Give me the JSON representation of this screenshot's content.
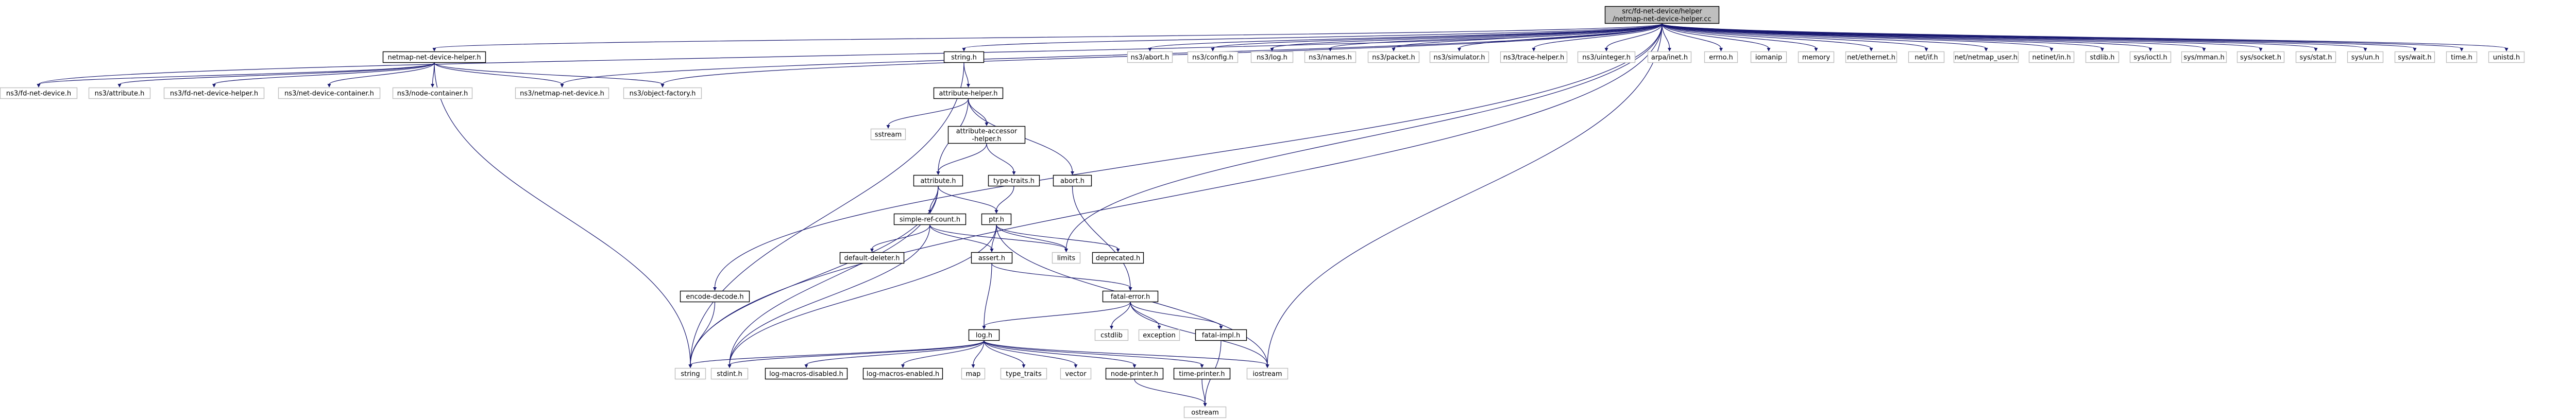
{
  "nodes": [
    {
      "id": "root",
      "lines": [
        "src/fd-net-device/helper",
        "/netmap-net-device-helper.cc"
      ]
    },
    {
      "id": "nmhelper_h",
      "lines": [
        "netmap-net-device-helper.h"
      ]
    },
    {
      "id": "fd_net_device_h",
      "lines": [
        "ns3/fd-net-device.h"
      ]
    },
    {
      "id": "attribute_h_ns3",
      "lines": [
        "ns3/attribute.h"
      ]
    },
    {
      "id": "fd_net_device_helper_h",
      "lines": [
        "ns3/fd-net-device-helper.h"
      ]
    },
    {
      "id": "net_device_container_h",
      "lines": [
        "ns3/net-device-container.h"
      ]
    },
    {
      "id": "node_container_h",
      "lines": [
        "ns3/node-container.h"
      ]
    },
    {
      "id": "netmap_net_device_h",
      "lines": [
        "ns3/netmap-net-device.h"
      ]
    },
    {
      "id": "object_factory_h",
      "lines": [
        "ns3/object-factory.h"
      ]
    },
    {
      "id": "string_h",
      "lines": [
        "string.h"
      ]
    },
    {
      "id": "attribute_helper_h",
      "lines": [
        "attribute-helper.h"
      ]
    },
    {
      "id": "sstream",
      "lines": [
        "sstream"
      ]
    },
    {
      "id": "attribute_accessor_helper_h",
      "lines": [
        "attribute-accessor",
        "-helper.h"
      ]
    },
    {
      "id": "attribute_h",
      "lines": [
        "attribute.h"
      ]
    },
    {
      "id": "type_traits_h",
      "lines": [
        "type-traits.h"
      ]
    },
    {
      "id": "abort_h",
      "lines": [
        "abort.h"
      ]
    },
    {
      "id": "simple_ref_count_h",
      "lines": [
        "simple-ref-count.h"
      ]
    },
    {
      "id": "ptr_h",
      "lines": [
        "ptr.h"
      ]
    },
    {
      "id": "default_deleter_h",
      "lines": [
        "default-deleter.h"
      ]
    },
    {
      "id": "assert_h",
      "lines": [
        "assert.h"
      ]
    },
    {
      "id": "limits",
      "lines": [
        "limits"
      ]
    },
    {
      "id": "deprecated_h",
      "lines": [
        "deprecated.h"
      ]
    },
    {
      "id": "encode_decode_h",
      "lines": [
        "encode-decode.h"
      ]
    },
    {
      "id": "fatal_error_h",
      "lines": [
        "fatal-error.h"
      ]
    },
    {
      "id": "cstdlib",
      "lines": [
        "cstdlib"
      ]
    },
    {
      "id": "exception",
      "lines": [
        "exception"
      ]
    },
    {
      "id": "fatal_impl_h",
      "lines": [
        "fatal-impl.h"
      ]
    },
    {
      "id": "log_h",
      "lines": [
        "log.h"
      ]
    },
    {
      "id": "string",
      "lines": [
        "string"
      ]
    },
    {
      "id": "stdint_h",
      "lines": [
        "stdint.h"
      ]
    },
    {
      "id": "log_macros_disabled_h",
      "lines": [
        "log-macros-disabled.h"
      ]
    },
    {
      "id": "log_macros_enabled_h",
      "lines": [
        "log-macros-enabled.h"
      ]
    },
    {
      "id": "map",
      "lines": [
        "map"
      ]
    },
    {
      "id": "type_traits",
      "lines": [
        "type_traits"
      ]
    },
    {
      "id": "vector",
      "lines": [
        "vector"
      ]
    },
    {
      "id": "node_printer_h",
      "lines": [
        "node-printer.h"
      ]
    },
    {
      "id": "time_printer_h",
      "lines": [
        "time-printer.h"
      ]
    },
    {
      "id": "iostream",
      "lines": [
        "iostream"
      ]
    },
    {
      "id": "ostream",
      "lines": [
        "ostream"
      ]
    },
    {
      "id": "ns3_abort_h",
      "lines": [
        "ns3/abort.h"
      ]
    },
    {
      "id": "ns3_config_h",
      "lines": [
        "ns3/config.h"
      ]
    },
    {
      "id": "ns3_log_h",
      "lines": [
        "ns3/log.h"
      ]
    },
    {
      "id": "ns3_names_h",
      "lines": [
        "ns3/names.h"
      ]
    },
    {
      "id": "ns3_packet_h",
      "lines": [
        "ns3/packet.h"
      ]
    },
    {
      "id": "ns3_simulator_h",
      "lines": [
        "ns3/simulator.h"
      ]
    },
    {
      "id": "ns3_trace_helper_h",
      "lines": [
        "ns3/trace-helper.h"
      ]
    },
    {
      "id": "ns3_uinteger_h",
      "lines": [
        "ns3/uinteger.h"
      ]
    },
    {
      "id": "arpa_inet_h",
      "lines": [
        "arpa/inet.h"
      ]
    },
    {
      "id": "errno_h",
      "lines": [
        "errno.h"
      ]
    },
    {
      "id": "iomanip",
      "lines": [
        "iomanip"
      ]
    },
    {
      "id": "memory",
      "lines": [
        "memory"
      ]
    },
    {
      "id": "net_ethernet_h",
      "lines": [
        "net/ethernet.h"
      ]
    },
    {
      "id": "net_if_h",
      "lines": [
        "net/if.h"
      ]
    },
    {
      "id": "net_netmap_user_h",
      "lines": [
        "net/netmap_user.h"
      ]
    },
    {
      "id": "netinet_in_h",
      "lines": [
        "netinet/in.h"
      ]
    },
    {
      "id": "stdlib_h",
      "lines": [
        "stdlib.h"
      ]
    },
    {
      "id": "sys_ioctl_h",
      "lines": [
        "sys/ioctl.h"
      ]
    },
    {
      "id": "sys_mman_h",
      "lines": [
        "sys/mman.h"
      ]
    },
    {
      "id": "sys_socket_h",
      "lines": [
        "sys/socket.h"
      ]
    },
    {
      "id": "sys_stat_h",
      "lines": [
        "sys/stat.h"
      ]
    },
    {
      "id": "sys_un_h",
      "lines": [
        "sys/un.h"
      ]
    },
    {
      "id": "sys_wait_h",
      "lines": [
        "sys/wait.h"
      ]
    },
    {
      "id": "time_h",
      "lines": [
        "time.h"
      ]
    },
    {
      "id": "unistd_h",
      "lines": [
        "unistd.h"
      ]
    }
  ],
  "edges": [
    [
      "root",
      "nmhelper_h"
    ],
    [
      "root",
      "fd_net_device_h"
    ],
    [
      "root",
      "netmap_net_device_h"
    ],
    [
      "root",
      "object_factory_h"
    ],
    [
      "root",
      "string"
    ],
    [
      "root",
      "string_h"
    ],
    [
      "root",
      "encode_decode_h"
    ],
    [
      "root",
      "limits"
    ],
    [
      "root",
      "iostream"
    ],
    [
      "root",
      "ns3_abort_h"
    ],
    [
      "root",
      "ns3_config_h"
    ],
    [
      "root",
      "ns3_log_h"
    ],
    [
      "root",
      "ns3_names_h"
    ],
    [
      "root",
      "ns3_packet_h"
    ],
    [
      "root",
      "ns3_simulator_h"
    ],
    [
      "root",
      "ns3_trace_helper_h"
    ],
    [
      "root",
      "ns3_uinteger_h"
    ],
    [
      "root",
      "arpa_inet_h"
    ],
    [
      "root",
      "errno_h"
    ],
    [
      "root",
      "iomanip"
    ],
    [
      "root",
      "memory"
    ],
    [
      "root",
      "net_ethernet_h"
    ],
    [
      "root",
      "net_if_h"
    ],
    [
      "root",
      "net_netmap_user_h"
    ],
    [
      "root",
      "netinet_in_h"
    ],
    [
      "root",
      "stdlib_h"
    ],
    [
      "root",
      "sys_ioctl_h"
    ],
    [
      "root",
      "sys_mman_h"
    ],
    [
      "root",
      "sys_socket_h"
    ],
    [
      "root",
      "sys_stat_h"
    ],
    [
      "root",
      "sys_un_h"
    ],
    [
      "root",
      "sys_wait_h"
    ],
    [
      "root",
      "time_h"
    ],
    [
      "root",
      "unistd_h"
    ],
    [
      "nmhelper_h",
      "fd_net_device_h"
    ],
    [
      "nmhelper_h",
      "attribute_h_ns3"
    ],
    [
      "nmhelper_h",
      "fd_net_device_helper_h"
    ],
    [
      "nmhelper_h",
      "net_device_container_h"
    ],
    [
      "nmhelper_h",
      "node_container_h"
    ],
    [
      "nmhelper_h",
      "netmap_net_device_h"
    ],
    [
      "nmhelper_h",
      "object_factory_h"
    ],
    [
      "nmhelper_h",
      "string"
    ],
    [
      "string_h",
      "attribute_helper_h"
    ],
    [
      "string_h",
      "string"
    ],
    [
      "attribute_helper_h",
      "sstream"
    ],
    [
      "attribute_helper_h",
      "attribute_accessor_helper_h"
    ],
    [
      "attribute_helper_h",
      "attribute_h"
    ],
    [
      "attribute_helper_h",
      "abort_h"
    ],
    [
      "attribute_accessor_helper_h",
      "attribute_h"
    ],
    [
      "attribute_accessor_helper_h",
      "type_traits_h"
    ],
    [
      "type_traits_h",
      "ptr_h"
    ],
    [
      "abort_h",
      "fatal_error_h"
    ],
    [
      "attribute_h",
      "simple_ref_count_h"
    ],
    [
      "attribute_h",
      "ptr_h"
    ],
    [
      "attribute_h",
      "string"
    ],
    [
      "attribute_h",
      "stdint_h"
    ],
    [
      "simple_ref_count_h",
      "default_deleter_h"
    ],
    [
      "simple_ref_count_h",
      "assert_h"
    ],
    [
      "simple_ref_count_h",
      "limits"
    ],
    [
      "simple_ref_count_h",
      "stdint_h"
    ],
    [
      "ptr_h",
      "assert_h"
    ],
    [
      "ptr_h",
      "deprecated_h"
    ],
    [
      "ptr_h",
      "iostream"
    ],
    [
      "ptr_h",
      "limits"
    ],
    [
      "ptr_h",
      "stdint_h"
    ],
    [
      "assert_h",
      "fatal_error_h"
    ],
    [
      "assert_h",
      "log_h"
    ],
    [
      "encode_decode_h",
      "string"
    ],
    [
      "fatal_error_h",
      "cstdlib"
    ],
    [
      "fatal_error_h",
      "exception"
    ],
    [
      "fatal_error_h",
      "fatal_impl_h"
    ],
    [
      "fatal_error_h",
      "iostream"
    ],
    [
      "fatal_error_h",
      "log_h"
    ],
    [
      "fatal_impl_h",
      "ostream"
    ],
    [
      "log_h",
      "stdint_h"
    ],
    [
      "log_h",
      "log_macros_disabled_h"
    ],
    [
      "log_h",
      "log_macros_enabled_h"
    ],
    [
      "log_h",
      "map"
    ],
    [
      "log_h",
      "type_traits"
    ],
    [
      "log_h",
      "vector"
    ],
    [
      "log_h",
      "node_printer_h"
    ],
    [
      "log_h",
      "time_printer_h"
    ],
    [
      "log_h",
      "iostream"
    ],
    [
      "log_h",
      "string"
    ],
    [
      "node_printer_h",
      "ostream"
    ],
    [
      "time_printer_h",
      "ostream"
    ]
  ]
}
